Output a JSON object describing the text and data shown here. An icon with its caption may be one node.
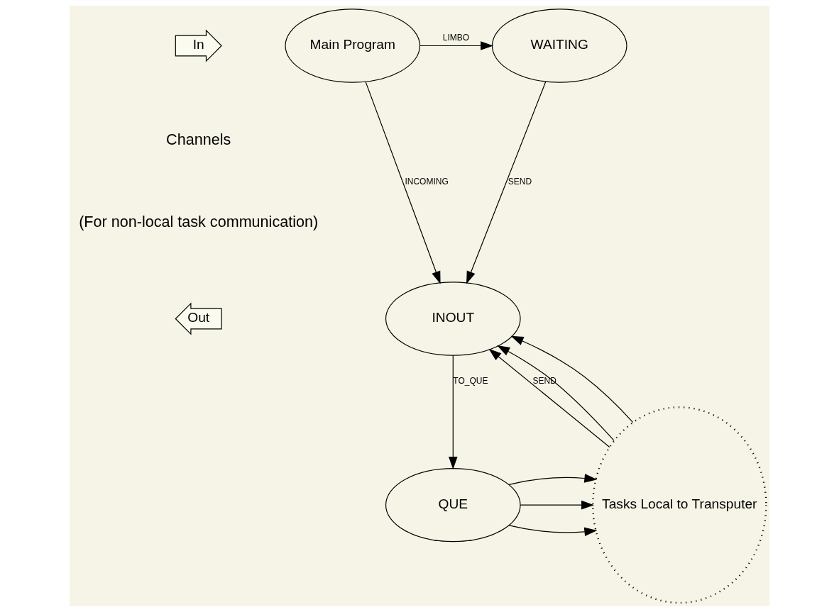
{
  "diagram": {
    "nodes": [
      {
        "text": [
          "In"
        ]
      },
      {
        "text": [
          "Main Program"
        ]
      },
      {
        "text": [
          "WAITING"
        ]
      },
      {
        "text": [
          "Out"
        ]
      },
      {
        "text": [
          "INOUT"
        ]
      },
      {
        "text": [
          "QUE"
        ]
      },
      {
        "text": [
          "Tasks Local to Transputer"
        ]
      }
    ],
    "edges": [
      {
        "from": 1,
        "to": 2,
        "arrow": "to",
        "label": "LIMBO"
      },
      {
        "from": 1,
        "to": 4,
        "arrow": "to",
        "label": "INCOMING"
      },
      {
        "from": 2,
        "to": 4,
        "arrow": "to",
        "label": "SEND"
      },
      {
        "from": 6,
        "to": 4,
        "arrow": "to",
        "label": "SEND"
      },
      {
        "from": 6,
        "to": 4,
        "arrow": "to"
      },
      {
        "from": 6,
        "to": 4,
        "arrow": "to"
      },
      {
        "from": 4,
        "to": 5,
        "arrow": "to",
        "label": "TO_QUE"
      },
      {
        "from": 5,
        "to": 6,
        "arrow": "to"
      },
      {
        "from": 5,
        "to": 6,
        "arrow": "to"
      },
      {
        "from": 5,
        "to": 6,
        "arrow": "to"
      }
    ],
    "labels": [
      "Channels",
      "(For non-local task communication)"
    ]
  }
}
